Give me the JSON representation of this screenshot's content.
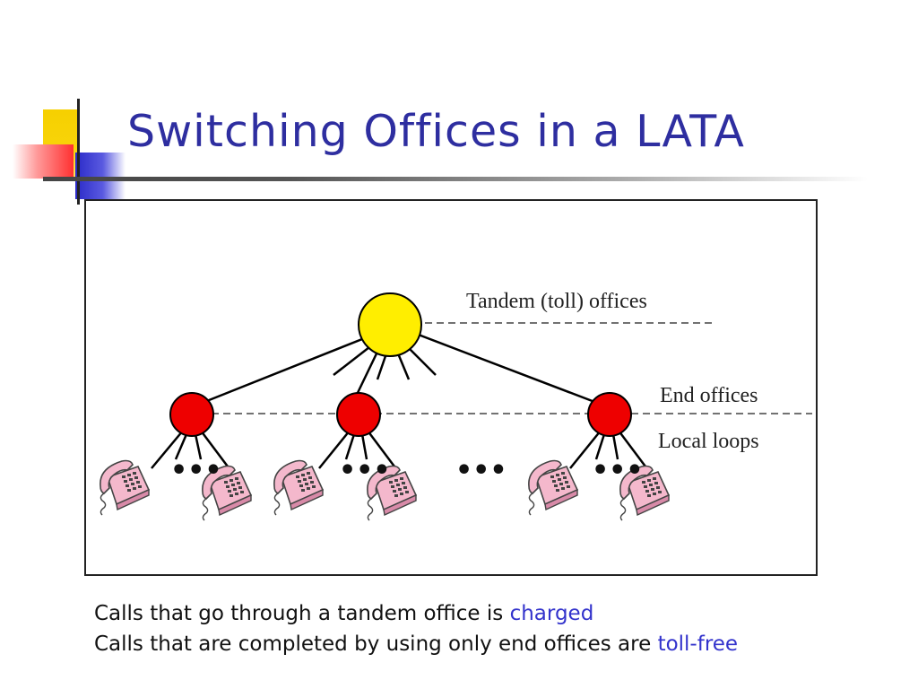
{
  "slide": {
    "title": "Switching Offices in a LATA"
  },
  "diagram": {
    "labels": {
      "tandem": "Tandem (toll) offices",
      "end_offices": "End offices",
      "local_loops": "Local loops"
    },
    "ellipsis": "•••",
    "colors": {
      "tandem_node": "#ffee00",
      "end_office_node": "#ee0000",
      "phone_body": "#f4b8cc",
      "phone_outline": "#444444",
      "lines": "#000000"
    }
  },
  "captions": [
    {
      "text": "Calls that go through a tandem office is ",
      "highlight": "charged"
    },
    {
      "text": "Calls that are completed by using only end offices are ",
      "highlight": "toll-free"
    }
  ],
  "accent_color": "#3333cc",
  "title_color": "#2e2ea0"
}
